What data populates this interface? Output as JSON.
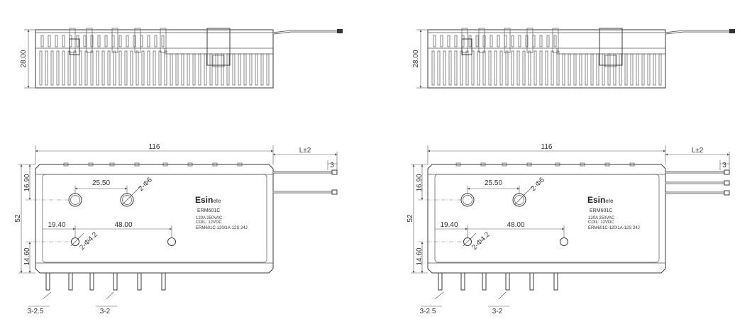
{
  "drawing": {
    "views": [
      {
        "id": "left",
        "side_height_label": "28.00",
        "length_label": "116",
        "wire_length_label": "L±2",
        "wire_pitch_label": "3",
        "top_dim_label": "16.90",
        "height_label": "52",
        "bottom_dim_label": "14.60",
        "hole_spacing_label": "25.50",
        "hole_dia_label": "2-Φ6",
        "mount_offset_label": "19.40",
        "mount_spacing_label": "48.00",
        "mount_dia_label": "2-Φ4.2",
        "pin_label_left": "3-2.5",
        "pin_label_right": "3-2",
        "brand_main": "Esin",
        "brand_sub": "ele",
        "model": "ERM601C",
        "rating_1": "120A  250VAC",
        "rating_2": "COIL:  12VDC",
        "part_number": "ERM601C-120/1A-12S  24J",
        "wire_count": 2
      },
      {
        "id": "right",
        "side_height_label": "28.00",
        "length_label": "116",
        "wire_length_label": "L±2",
        "wire_pitch_label": "3",
        "top_dim_label": "16.90",
        "height_label": "52",
        "bottom_dim_label": "14.60",
        "hole_spacing_label": "25.50",
        "hole_dia_label": "2-Φ6",
        "mount_offset_label": "19.40",
        "mount_spacing_label": "48.00",
        "mount_dia_label": "2-Φ4.2",
        "pin_label_left": "3-2.5",
        "pin_label_right": "3-2",
        "brand_main": "Esin",
        "brand_sub": "ele",
        "model": "ERM601C",
        "rating_1": "120A  250VAC",
        "rating_2": "COIL:  12VDC",
        "part_number": "ERM601C-120/1A-12S  24J",
        "wire_count": 3
      }
    ]
  }
}
